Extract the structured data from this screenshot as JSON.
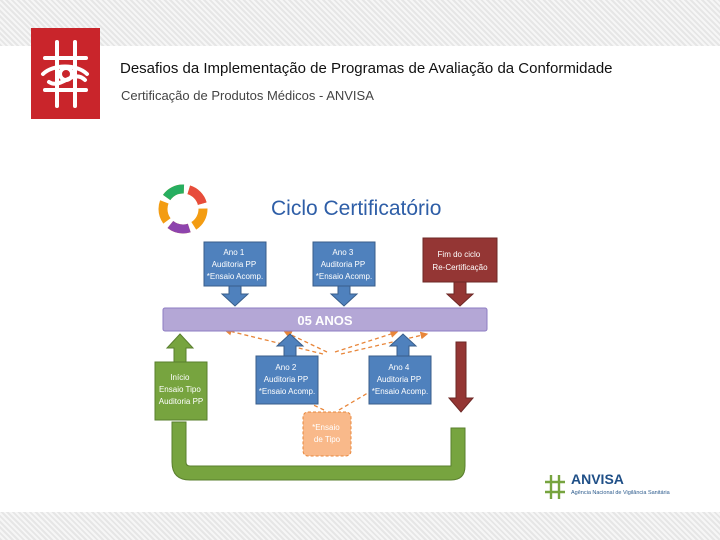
{
  "header": {
    "title": "Desafios da Implementação de Programas de Avaliação da Conformidade",
    "subtitle": "Certificação de Produtos Médicos - ANVISA"
  },
  "diagram": {
    "title": "Ciclo Certificatório",
    "bar_label": "05 ANOS",
    "boxes": {
      "ano1": [
        "Ano 1",
        "Auditoria PP",
        "*Ensaio Acomp."
      ],
      "ano3": [
        "Ano 3",
        "Auditoria PP",
        "*Ensaio Acomp."
      ],
      "fim": [
        "Fim do ciclo",
        "Re-Certificação"
      ],
      "ano2": [
        "Ano 2",
        "Auditoria PP",
        "*Ensaio Acomp."
      ],
      "ano4": [
        "Ano 4",
        "Auditoria PP",
        "*Ensaio Acomp."
      ],
      "inicio": [
        "Início",
        "Ensaio Tipo",
        "Auditoria PP"
      ],
      "ensaio": [
        "*Ensaio",
        "de Tipo"
      ]
    },
    "colors": {
      "blue_box": "#4f81bd",
      "red_box": "#943634",
      "green_box": "#77a43f",
      "orange_box": "#f9b98a",
      "bar": "#b4a7d6",
      "title_text": "#2e5ea7"
    }
  },
  "footer_logo": {
    "name": "ANVISA",
    "subtitle": "Agência Nacional de Vigilância Sanitária"
  }
}
